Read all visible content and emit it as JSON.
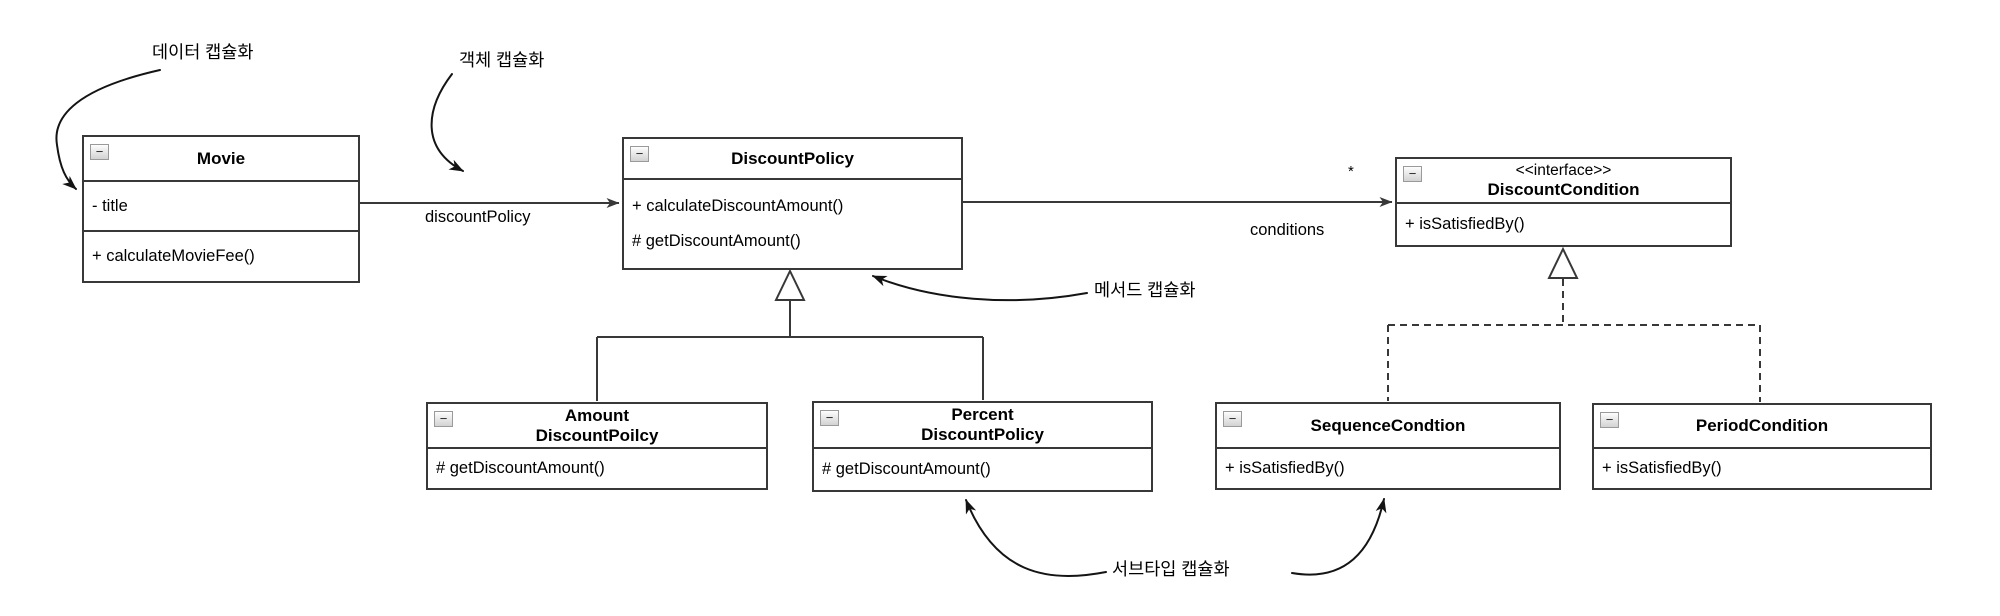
{
  "diagram": {
    "collapse_glyph": "−",
    "classes": {
      "movie": {
        "title_lines": [
          "Movie"
        ],
        "attributes": [
          "- title"
        ],
        "methods": [
          "+ calculateMovieFee()"
        ]
      },
      "discount_policy": {
        "title_lines": [
          "DiscountPolicy"
        ],
        "methods": [
          "+ calculateDiscountAmount()",
          "# getDiscountAmount()"
        ]
      },
      "discount_condition": {
        "stereotype": "<<interface>>",
        "title_lines": [
          "DiscountCondition"
        ],
        "methods": [
          "+ isSatisfiedBy()"
        ]
      },
      "amount_discount_policy": {
        "title_lines": [
          "Amount",
          "DiscountPoilcy"
        ],
        "methods": [
          "# getDiscountAmount()"
        ]
      },
      "percent_discount_policy": {
        "title_lines": [
          "Percent",
          "DiscountPolicy"
        ],
        "methods": [
          "# getDiscountAmount()"
        ]
      },
      "sequence_condition": {
        "title_lines": [
          "SequenceCondtion"
        ],
        "methods": [
          "+ isSatisfiedBy()"
        ]
      },
      "period_condition": {
        "title_lines": [
          "PeriodCondition"
        ],
        "methods": [
          "+ isSatisfiedBy()"
        ]
      }
    },
    "edge_labels": {
      "discount_policy_role": "discountPolicy",
      "conditions_role": "conditions",
      "conditions_multiplicity": "*"
    },
    "annotations": {
      "data_encapsulation": "데이터 캡슐화",
      "object_encapsulation": "객체 캡슐화",
      "method_encapsulation": "메서드 캡슐화",
      "subtype_encapsulation": "서브타입 캡슐화"
    }
  }
}
